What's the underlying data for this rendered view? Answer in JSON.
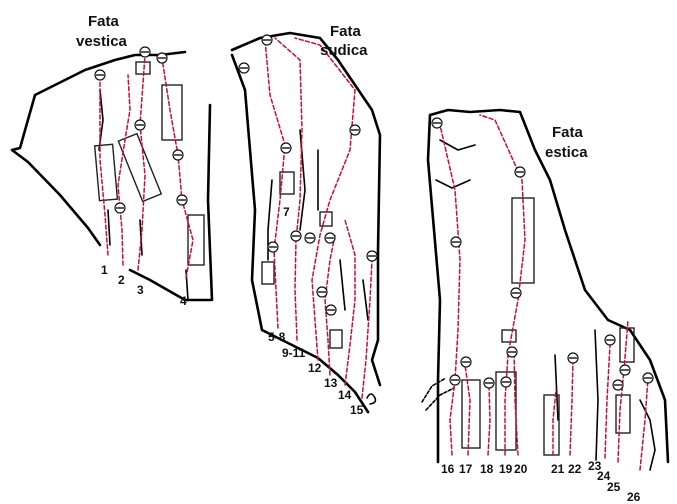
{
  "faces": {
    "west": {
      "title_line1": "Fata",
      "title_line2": "vestica"
    },
    "south": {
      "title_line1": "Fata",
      "title_line2": "sudica"
    },
    "east": {
      "title_line1": "Fata",
      "title_line2": "estica"
    }
  },
  "route_numbers": {
    "r1": "1",
    "r2": "2",
    "r3": "3",
    "r4": "4",
    "r5_8": "5-8",
    "r7": "7",
    "r9_11": "9-11",
    "r12": "12",
    "r13": "13",
    "r14": "14",
    "r15": "15",
    "r16": "16",
    "r17": "17",
    "r18": "18",
    "r19": "19",
    "r20": "20",
    "r21": "21",
    "r22": "22",
    "r23": "23",
    "r24": "24",
    "r25": "25",
    "r26": "26"
  },
  "colors": {
    "route_line": "#c8102e",
    "rock_outline": "#000000"
  },
  "icons": {
    "belay": "belay-station-icon"
  }
}
